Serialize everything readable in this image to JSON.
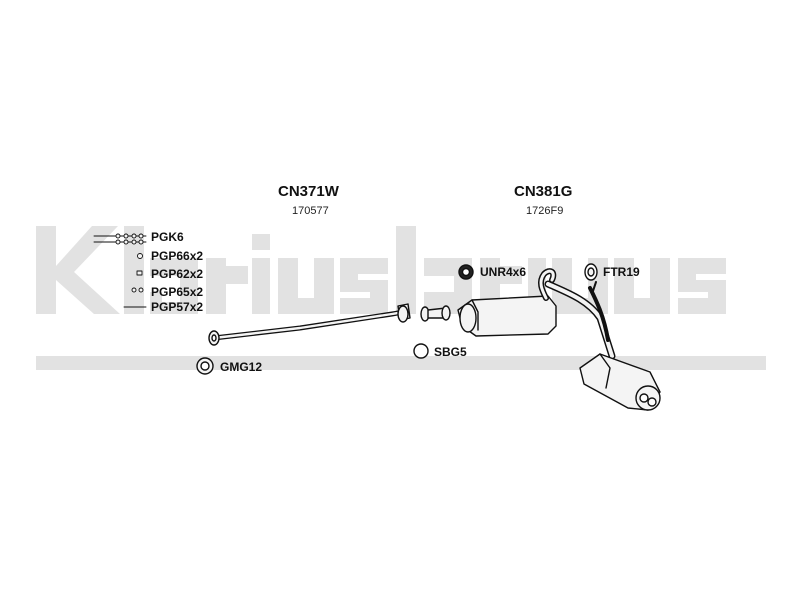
{
  "watermark": {
    "text": "Klarius",
    "color": "#e2e2e2"
  },
  "parts": {
    "front_pipe": {
      "code": "CN371W",
      "ref": "170577"
    },
    "rear_section": {
      "code": "CN381G",
      "ref": "1726F9"
    }
  },
  "fittings": [
    {
      "code": "PGK6"
    },
    {
      "code": "PGP66x2"
    },
    {
      "code": "PGP62x2"
    },
    {
      "code": "PGP65x2"
    },
    {
      "code": "PGP57x2"
    }
  ],
  "accessories": {
    "gasket": "GMG12",
    "clamp": "SBG5",
    "rubber_mount": "UNR4x6",
    "rubber_ring": "FTR19"
  },
  "colors": {
    "line": "#111111",
    "fill": "#f4f4f4",
    "watermark": "#e2e2e2"
  }
}
